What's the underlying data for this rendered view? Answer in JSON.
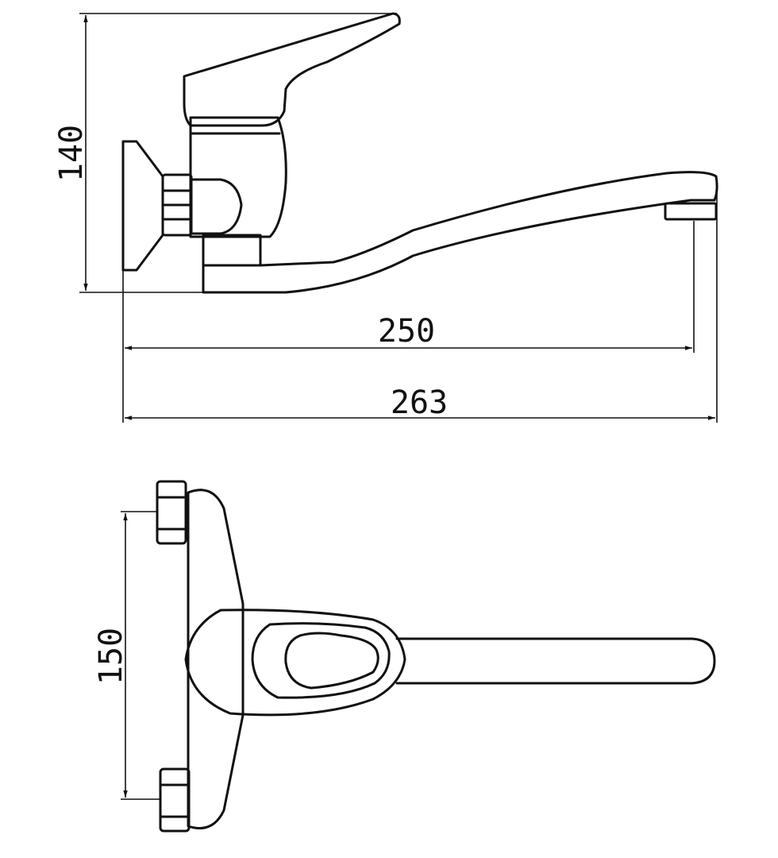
{
  "colors": {
    "line": "#111111",
    "background": "#ffffff"
  },
  "dimensions": {
    "height_side": "140",
    "projection": "250",
    "overall_length": "263",
    "center_distance": "150"
  }
}
